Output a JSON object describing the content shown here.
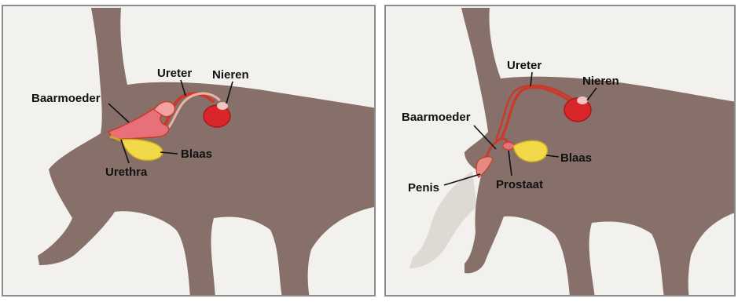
{
  "colors": {
    "cat_body": "#87706a",
    "hind_leg_far": "#dedad3",
    "panel_bg": "#f3f1ee",
    "kidney": "#d8262a",
    "tube": "#c93a2a",
    "bladder": "#f2d94a",
    "uterus": "#e8707a"
  },
  "female_panel": {
    "labels": {
      "ureter": "Ureter",
      "kidneys": "Nieren",
      "uterus": "Baarmoeder",
      "bladder": "Blaas",
      "urethra": "Urethra"
    }
  },
  "male_panel": {
    "labels": {
      "ureter": "Ureter",
      "kidneys": "Nieren",
      "vas_deferens": "Baarmoeder",
      "bladder": "Blaas",
      "penis": "Penis",
      "prostate": "Prostaat"
    }
  }
}
